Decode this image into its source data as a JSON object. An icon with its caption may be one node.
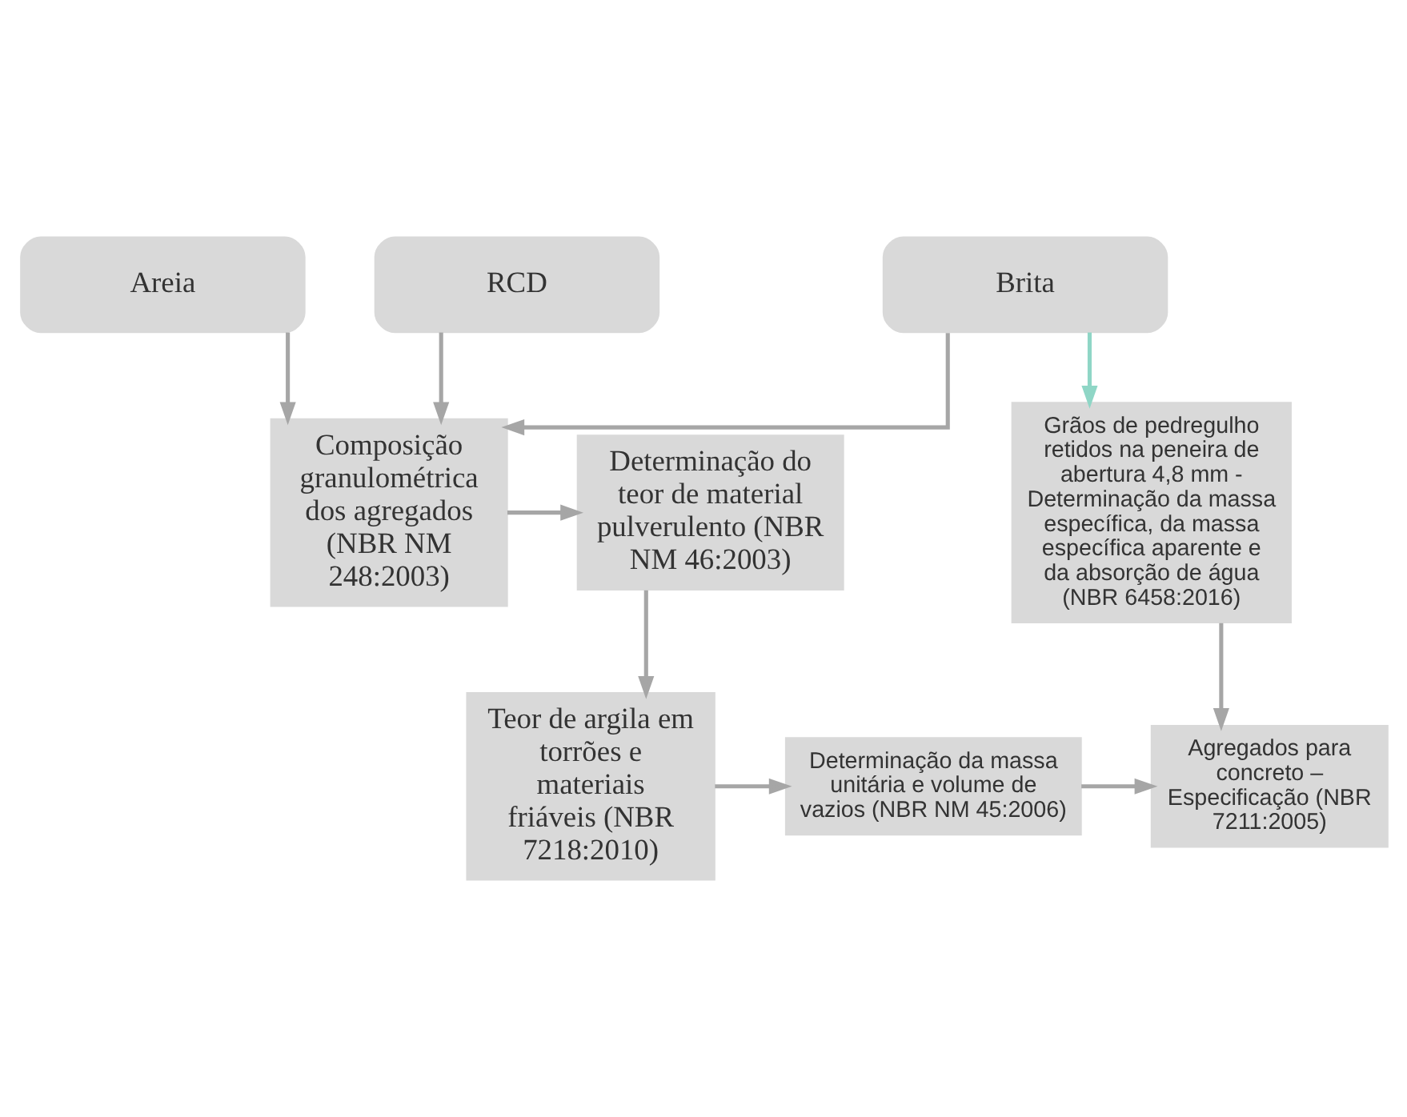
{
  "diagram": {
    "nodes": [
      {
        "text": [
          "Areia"
        ]
      },
      {
        "text": [
          "Brita"
        ]
      },
      {
        "text": [
          "RCD"
        ]
      },
      {
        "text": [
          "Composição granulométrica dos agregados (NBR NM 248:2003)"
        ]
      },
      {
        "text": [
          "Determinação do teor de material pulverulento (NBR NM 46:2003)"
        ]
      },
      {
        "text": [
          "Grãos de pedregulho retidos na peneira de abertura 4,8 mm - Determinação da massa específica, da massa específica aparente e da absorção de água (NBR 6458:2016)"
        ]
      },
      {
        "text": [
          "Teor de argila em torrões e materiais friáveis (NBR 7218:2010)"
        ]
      },
      {
        "text": [
          "Determinação da massa unitária e volume de vazios (NBR NM 45:2006)"
        ]
      },
      {
        "text": [
          "Agregados para concreto – Especificação (NBR 7211:2005)"
        ]
      }
    ],
    "edges": [
      {
        "from": 0,
        "to": 3,
        "arrow": "to"
      },
      {
        "from": 1,
        "to": 3,
        "arrow": "to"
      },
      {
        "from": 2,
        "to": 3,
        "arrow": "to"
      },
      {
        "from": 1,
        "to": 5,
        "arrow": "to",
        "color": "#8fd6c6"
      },
      {
        "from": 3,
        "to": 4,
        "arrow": "to"
      },
      {
        "from": 4,
        "to": 6,
        "arrow": "to"
      },
      {
        "from": 6,
        "to": 7,
        "arrow": "to"
      },
      {
        "from": 7,
        "to": 8,
        "arrow": "to"
      },
      {
        "from": 5,
        "to": 8,
        "arrow": "to"
      }
    ]
  }
}
